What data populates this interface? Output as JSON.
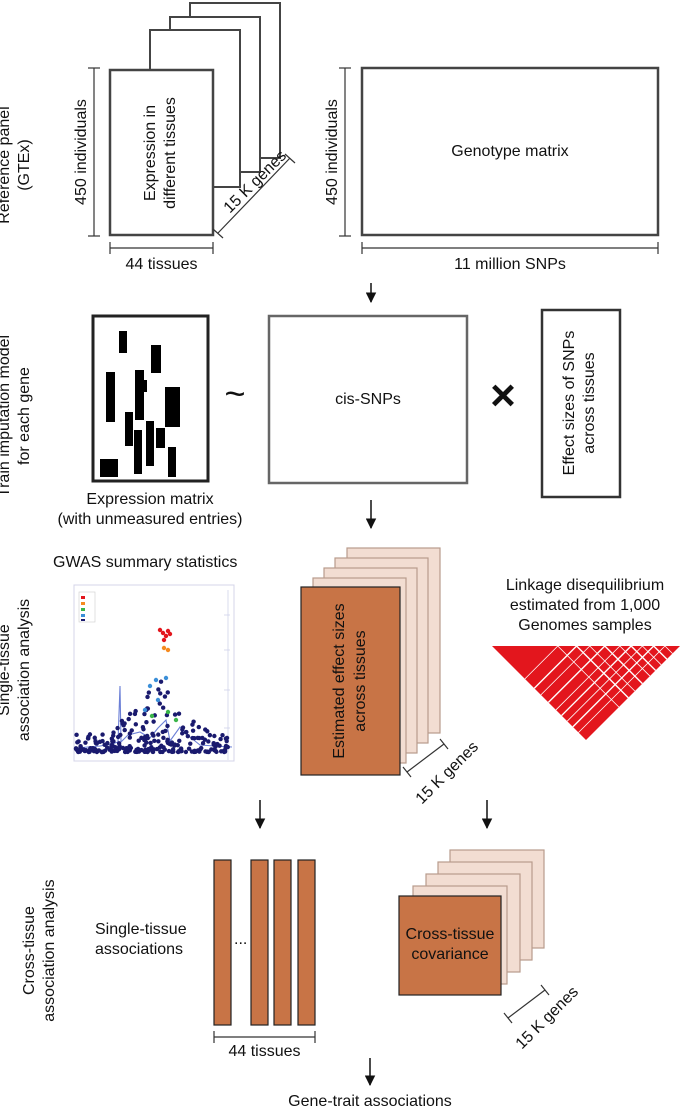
{
  "sections": {
    "reference": "Reference panel\n(GTEx)",
    "train": "Train imputation model\nfor each gene",
    "single": "Single-tissue\nassociation analysis",
    "cross": "Cross-tissue association analysis"
  },
  "reference_panel": {
    "expression_box": "Expression in\ndifferent tissues",
    "individuals_left": "450 individuals",
    "tissues_axis": "44 tissues",
    "genes_axis": "15 K genes",
    "genotype_box": "Genotype matrix",
    "individuals_right": "450 individuals",
    "snps_axis": "11 million SNPs"
  },
  "training": {
    "expression_matrix_caption": "Expression matrix\n(with unmeasured entries)",
    "tilde": "~",
    "cis_snps": "cis-SNPs",
    "times": "×",
    "effect_sizes_box": "Effect sizes of SNPs\nacross tissues"
  },
  "single_tissue": {
    "gwas_title": "GWAS summary statistics",
    "estimated_box": "Estimated effect sizes\nacross tissues",
    "genes_axis": "15 K genes",
    "ld_title": "Linkage disequilibrium\nestimated from 1,000\nGenomes samples"
  },
  "cross_tissue": {
    "single_assoc": "Single-tissue\nassociations",
    "ellipsis": "...",
    "tissues_axis": "44 tissues",
    "covariance_box": "Cross-tissue\ncovariance",
    "genes_axis": "15 K genes"
  },
  "output": "Gene-trait associations",
  "colors": {
    "orange": "#c87446",
    "orange_light": "#f2ddd2",
    "red": "#e3161d",
    "navy": "#1a1a6e"
  }
}
